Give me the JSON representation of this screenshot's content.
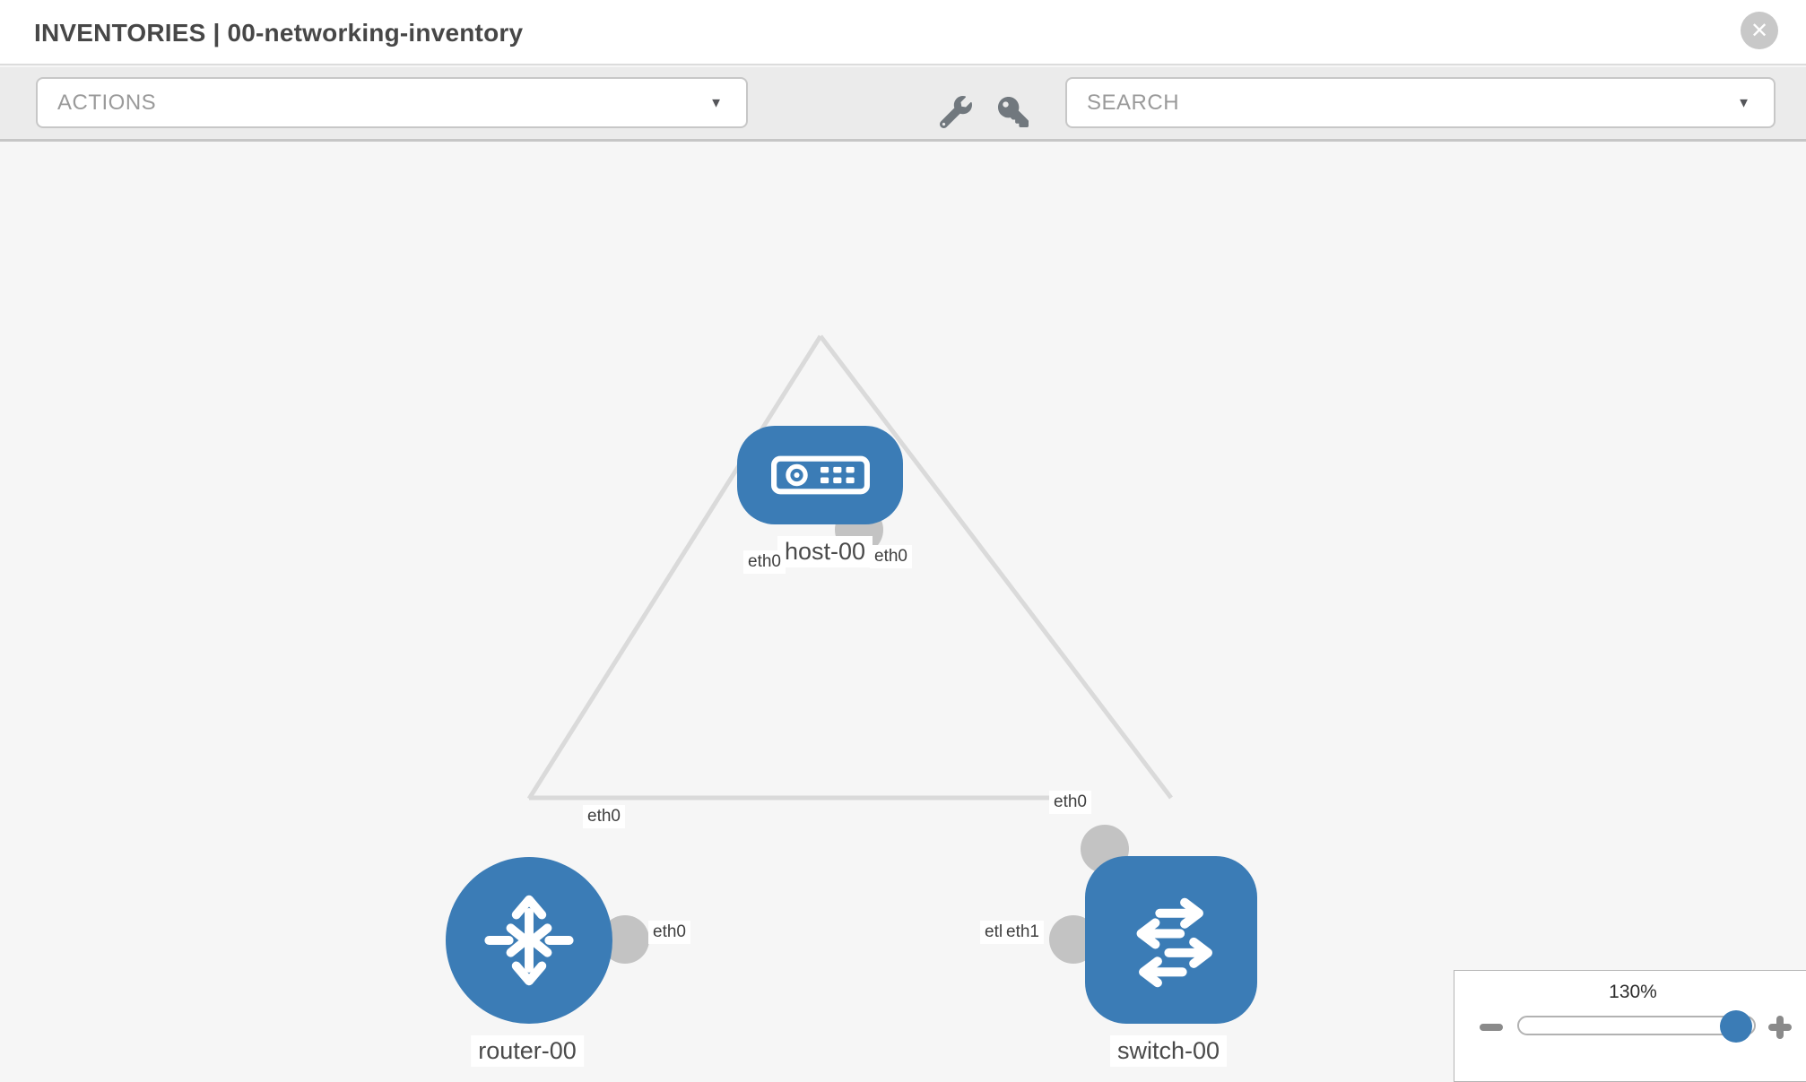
{
  "header": {
    "title": "INVENTORIES | 00-networking-inventory",
    "close_label": "✕"
  },
  "toolbar": {
    "actions": {
      "label": "ACTIONS",
      "caret": "▼"
    },
    "search": {
      "placeholder": "SEARCH",
      "caret": "▼"
    },
    "tools": [
      {
        "icon": "wrench-icon"
      },
      {
        "icon": "key-icon"
      }
    ]
  },
  "canvas": {
    "nodes": [
      {
        "name": "host-00",
        "type": "host"
      },
      {
        "name": "router-00",
        "type": "router"
      },
      {
        "name": "switch-00",
        "type": "switch"
      }
    ],
    "links": [
      {
        "from": "host-00",
        "to": "router-00",
        "from_if": "eth0",
        "to_if": "eth0"
      },
      {
        "from": "host-00",
        "to": "switch-00",
        "from_if": "eth0",
        "to_if": "eth0"
      },
      {
        "from": "router-00",
        "to": "switch-00",
        "from_if": "eth0",
        "to_if": "eth1"
      }
    ],
    "if_labels": [
      {
        "text": "eth0"
      },
      {
        "text": "eth0"
      },
      {
        "text": "eth0"
      },
      {
        "text": "eth0"
      },
      {
        "text": "eth0"
      },
      {
        "text": "eth0"
      },
      {
        "text": "eth1"
      }
    ]
  },
  "zoom": {
    "level": "130%"
  },
  "colors": {
    "node_blue": "#3b7cb6",
    "link_gray": "#dadada",
    "port_gray": "#c3c3c3",
    "toolbar_bg": "#ebebeb",
    "canvas_bg": "#f6f6f6"
  }
}
